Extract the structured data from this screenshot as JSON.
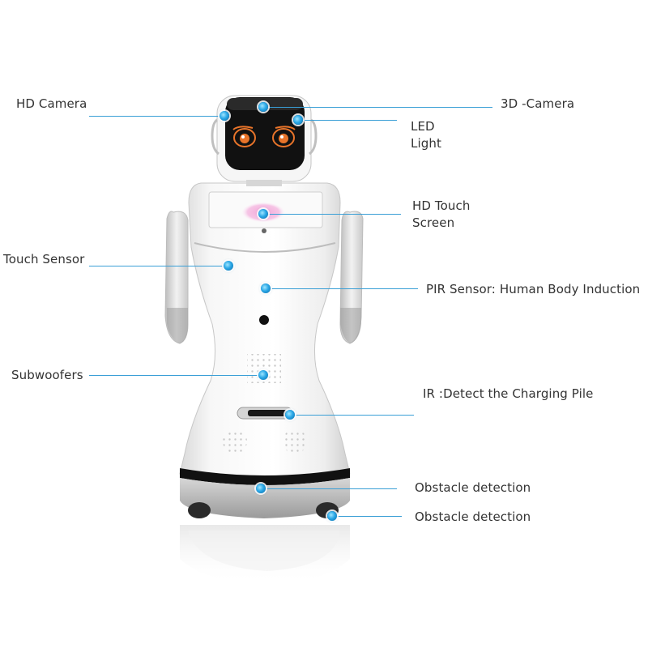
{
  "labels": {
    "hd_camera": "HD Camera",
    "camera_3d": "3D -Camera",
    "led_light_1": "LED",
    "led_light_2": "Light",
    "hd_touch_1": "HD Touch",
    "hd_touch_2": "Screen",
    "touch_sensor": "Touch Sensor",
    "pir_sensor": "PIR Sensor: Human Body Induction",
    "subwoofers": "Subwoofers",
    "ir_detect": "IR :Detect the Charging Pile",
    "obstacle_1": "Obstacle detection",
    "obstacle_2": "Obstacle detection"
  },
  "colors": {
    "leader_line": "#3a9fd6",
    "robot_body": "#f4f4f4",
    "face_screen": "#111111",
    "eyes": "#e8742a",
    "touch_glow": "#f3a6d8"
  }
}
